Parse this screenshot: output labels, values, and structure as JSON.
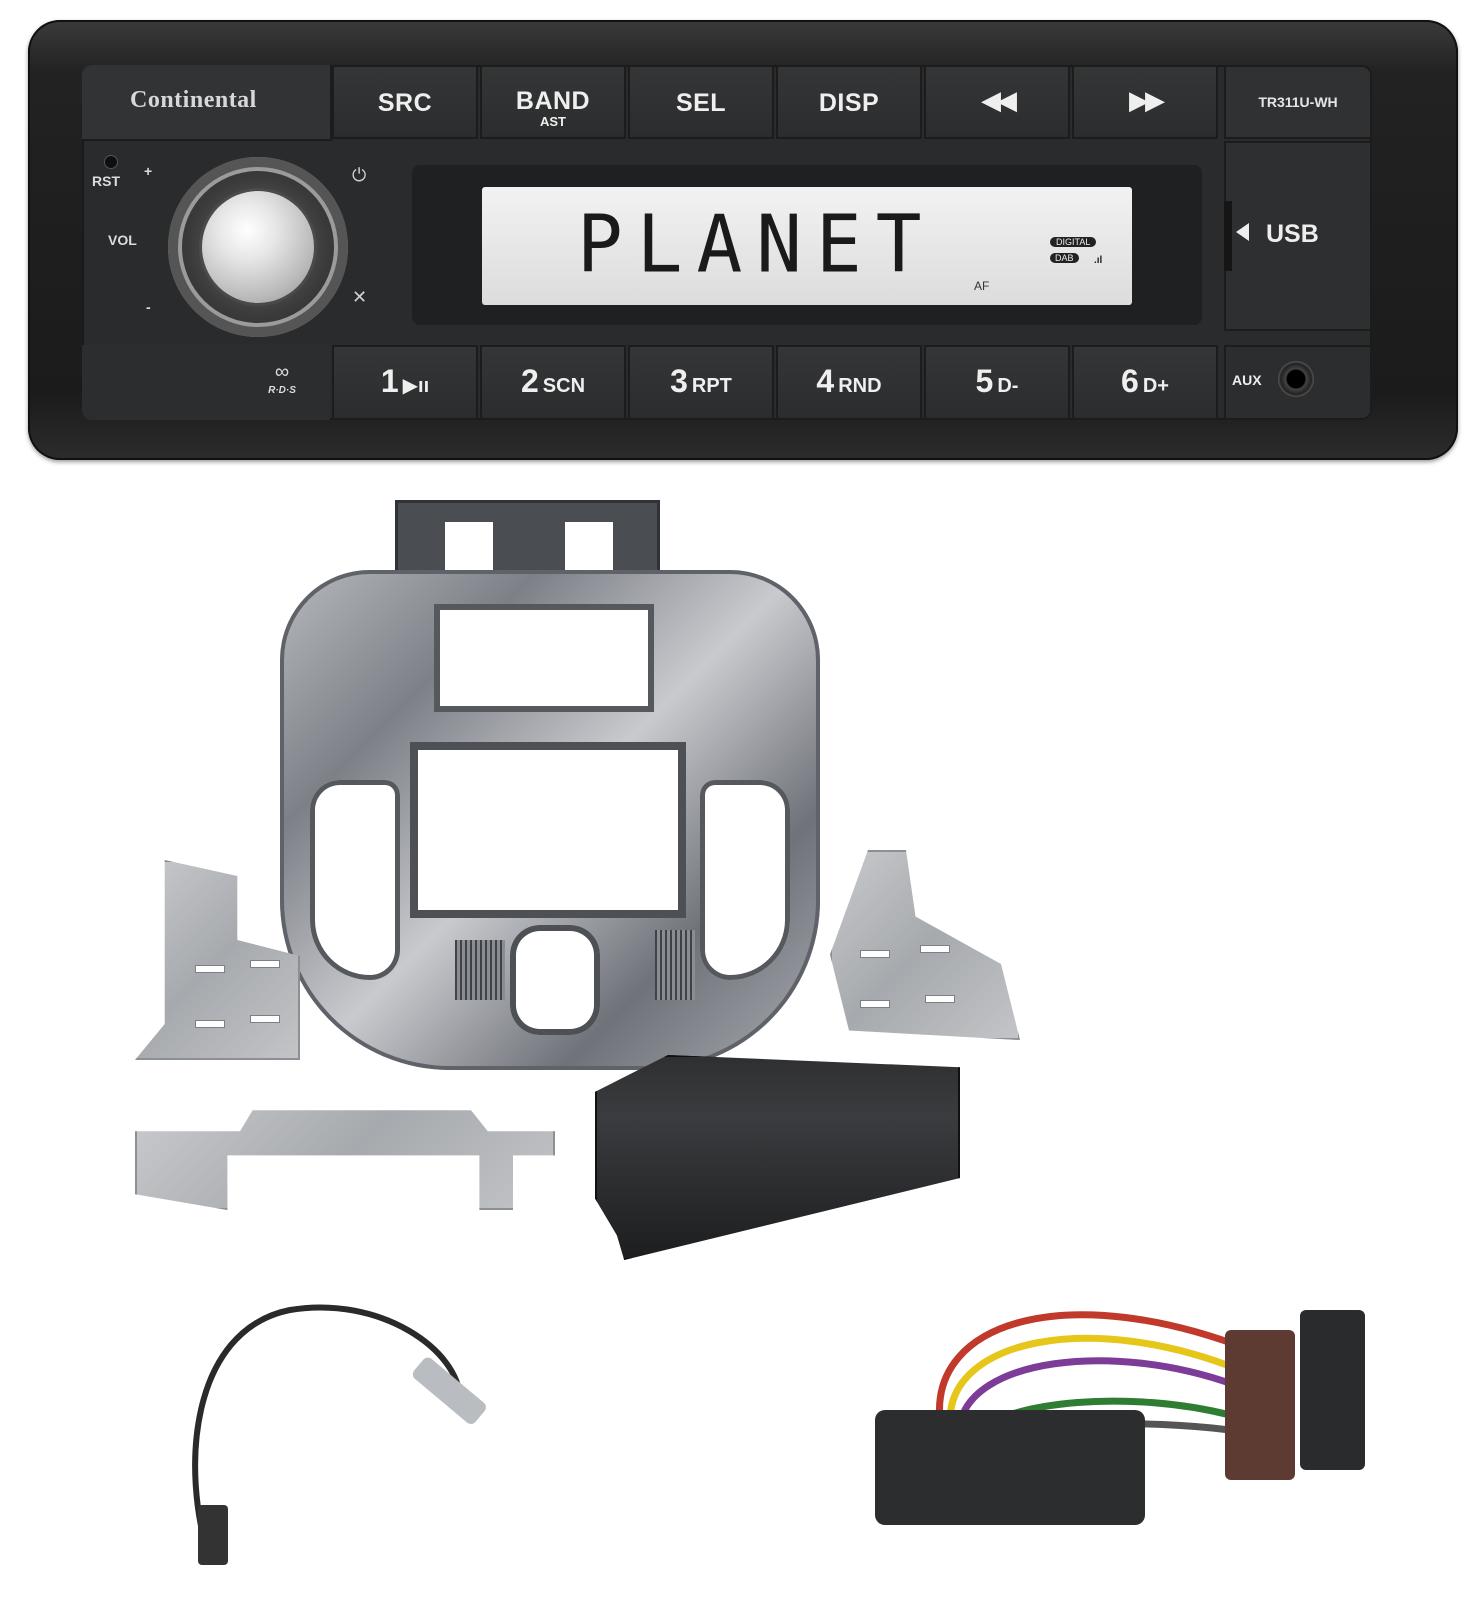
{
  "radio": {
    "brand": "Continental",
    "model": "TR311U-WH",
    "top_buttons": [
      {
        "label": "SRC",
        "sub": ""
      },
      {
        "label": "BAND",
        "sub": "AST"
      },
      {
        "label": "SEL",
        "sub": ""
      },
      {
        "label": "DISP",
        "sub": ""
      },
      {
        "label": "◀◀",
        "sub": ""
      },
      {
        "label": "▶▶",
        "sub": ""
      }
    ],
    "left_labels": {
      "reset": "RST",
      "volume": "VOL",
      "plus": "+",
      "minus": "-"
    },
    "display": {
      "text": "PLANET",
      "digital_badge": "DIGITAL",
      "dab_badge": "DAB",
      "signal": ".ıl",
      "af": "AF"
    },
    "usb_label": "USB",
    "rds_label": "R·D·S",
    "preset_buttons": [
      {
        "number": "1",
        "suffix": "▶ıı"
      },
      {
        "number": "2",
        "suffix": "SCN"
      },
      {
        "number": "3",
        "suffix": "RPT"
      },
      {
        "number": "4",
        "suffix": "RND"
      },
      {
        "number": "5",
        "suffix": "D-"
      },
      {
        "number": "6",
        "suffix": "D+"
      }
    ],
    "aux_label": "AUX"
  }
}
